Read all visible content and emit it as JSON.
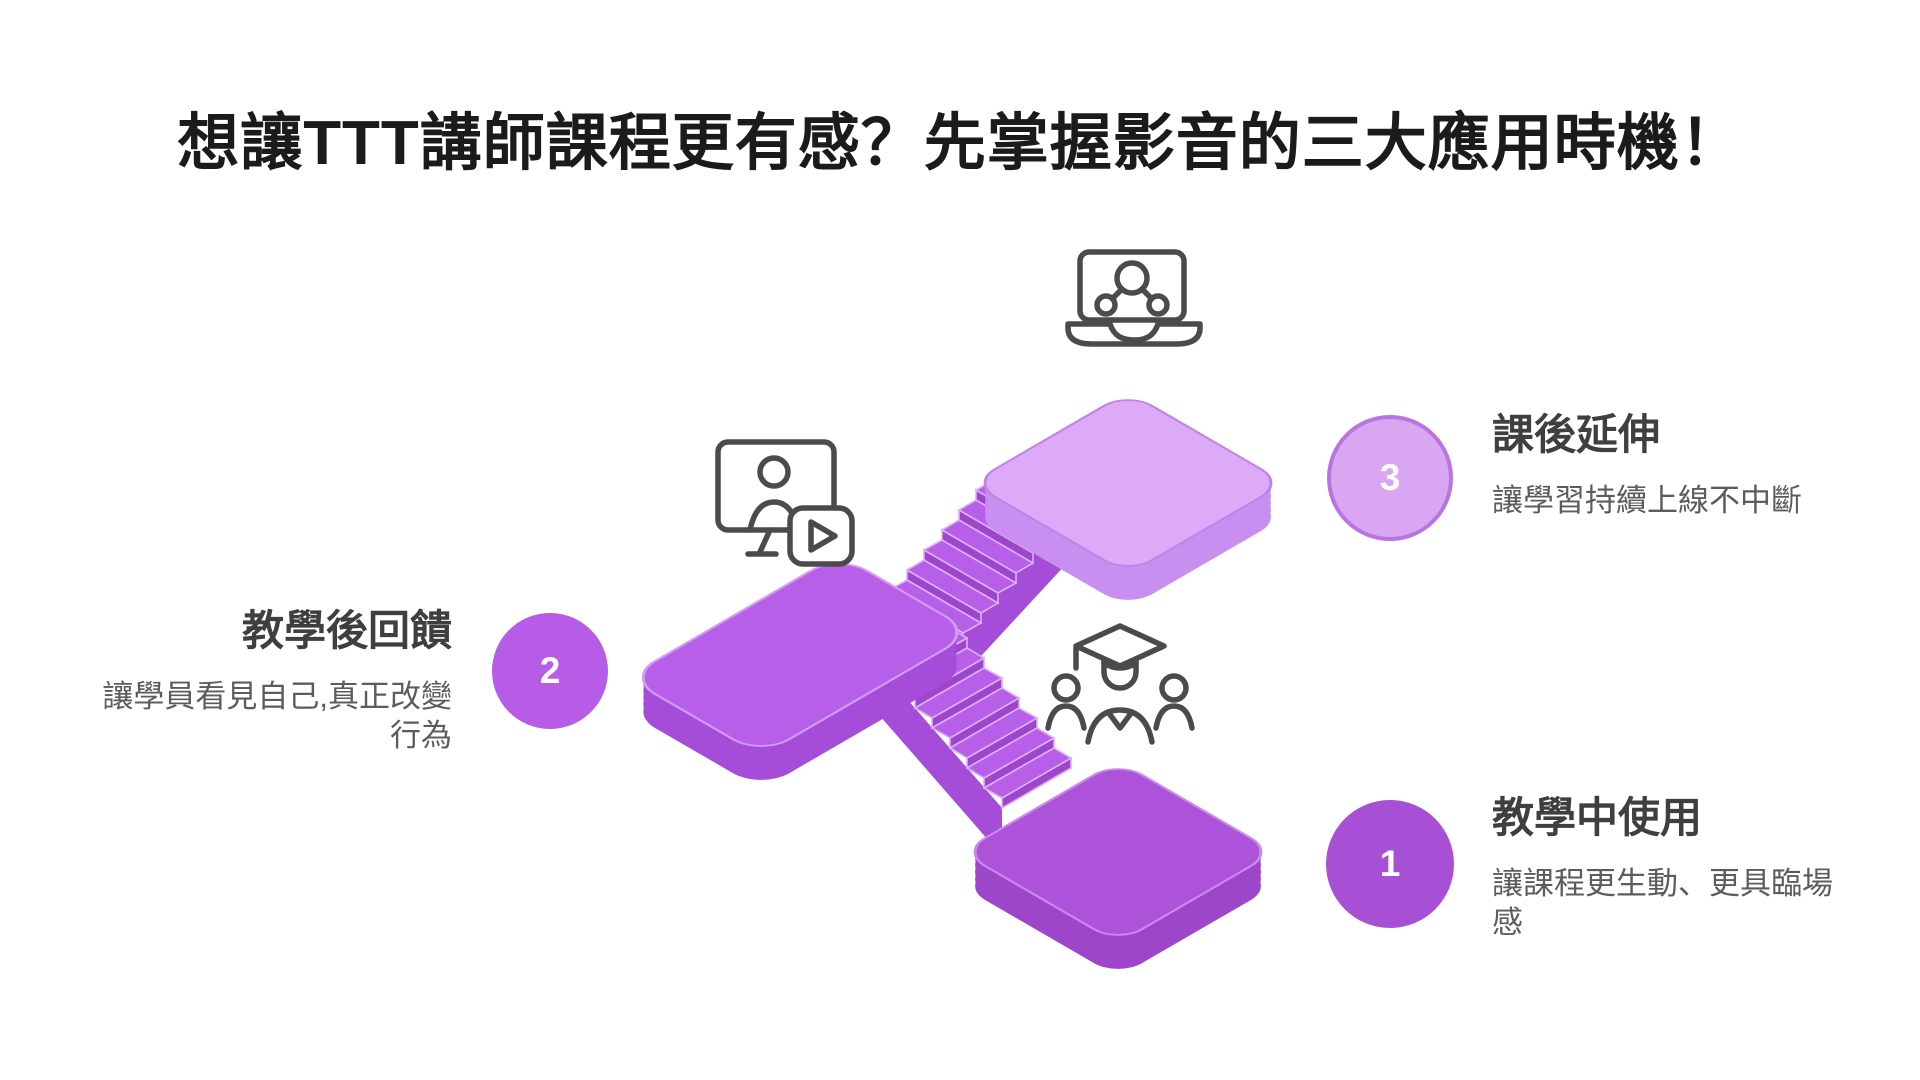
{
  "title": "想讓TTT講師課程更有感？先掌握影音的三大應用時機！",
  "steps": [
    {
      "number": "1",
      "title": "教學中使用",
      "description": "讓課程更生動、更具臨場感",
      "icon": "graduation-group-icon",
      "circle_color": "#a74fd5"
    },
    {
      "number": "2",
      "title": "教學後回饋",
      "description": "讓學員看見自己,真正改變行為",
      "icon": "video-feedback-icon",
      "circle_color": "#b75ce6"
    },
    {
      "number": "3",
      "title": "課後延伸",
      "description": "讓學習持續上線不中斷",
      "icon": "laptop-share-icon",
      "circle_color": "#d9a6f2"
    }
  ],
  "illustration": {
    "type": "isometric-staircase",
    "platform_colors": {
      "top_platform": "#dcaaf6",
      "middle_platform": "#b75fe8",
      "bottom_platform": "#ad53da"
    }
  },
  "colors": {
    "background": "#ffffff",
    "title_text": "#1b1b1b",
    "heading_text": "#3f3f3f",
    "description_text": "#5c5c5c",
    "icon_stroke": "#4b4b4b"
  }
}
